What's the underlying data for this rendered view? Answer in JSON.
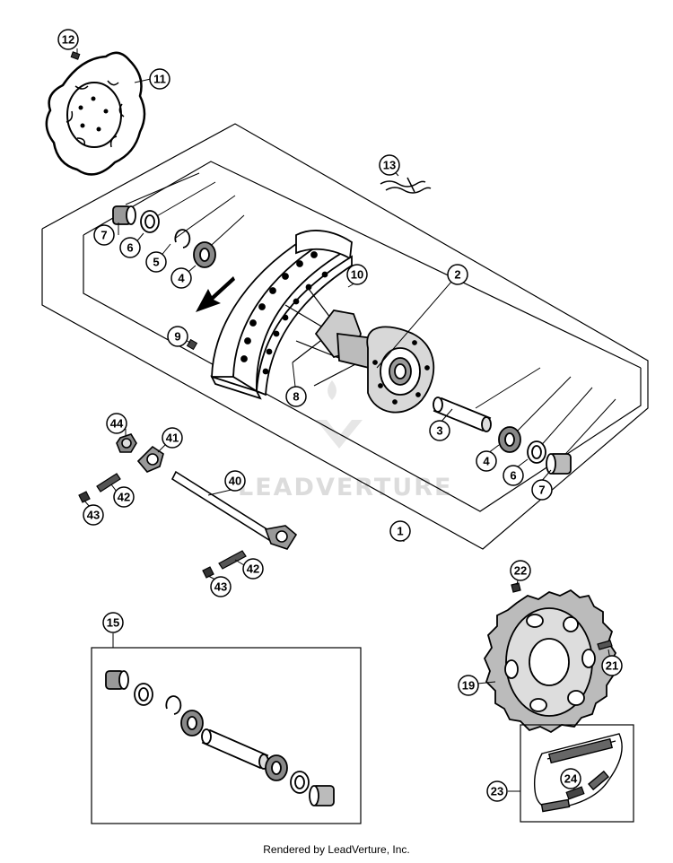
{
  "diagram": {
    "callouts": [
      "1",
      "2",
      "3",
      "4",
      "5",
      "6",
      "7",
      "8",
      "9",
      "10",
      "11",
      "12",
      "13",
      "15",
      "19",
      "21",
      "22",
      "23",
      "24",
      "40",
      "41",
      "42",
      "43",
      "44"
    ]
  },
  "watermark": {
    "text": "LEADVERTURE"
  },
  "footer": {
    "text": "Rendered by LeadVerture, Inc."
  }
}
